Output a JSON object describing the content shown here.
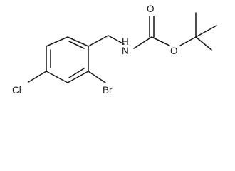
{
  "molecule": {
    "atoms": {
      "chlorine": "Cl",
      "bromine": "Br",
      "amide_nitrogen": "N",
      "amide_hydrogen": "H",
      "carbonyl_oxygen": "O",
      "ester_oxygen": "O"
    },
    "colors": {
      "ink": "#1a1a1a",
      "background": "#ffffff"
    }
  }
}
